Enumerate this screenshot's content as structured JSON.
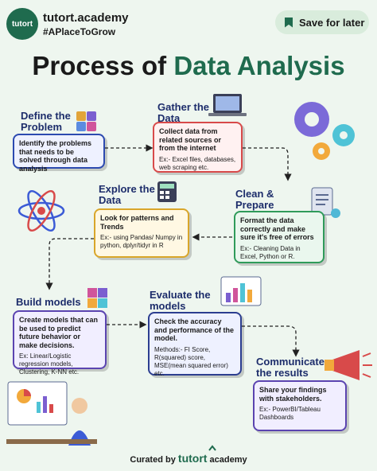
{
  "header": {
    "logo_text": "tutort",
    "brand": "tutort.academy",
    "tagline": "#APlaceToGrow",
    "save_label": "Save for later",
    "save_icon": "bookmark-icon"
  },
  "title": {
    "prefix": "Process of ",
    "accent": "Data Analysis"
  },
  "steps": [
    {
      "title": "Define the\nProblem",
      "desc": "Identify the problems that needs to be solved through data analysis",
      "example": ""
    },
    {
      "title": "Gather the\nData",
      "desc": "Collect data from related sources or from the internet",
      "example": "Ex:- Excel files, databases, web scraping etc."
    },
    {
      "title": "Clean & Prepare\nthe data",
      "desc": "Format the data correctly and make sure it's free of errors",
      "example": "Ex:- Cleaning Data in Excel, Python or R."
    },
    {
      "title": "Explore the\nData",
      "desc": "Look for patterns and Trends",
      "example": "Ex:- using Pandas/ Numpy in  python, dplyr/tidyr in R"
    },
    {
      "title": "Build models",
      "desc": "Create models that can be used to predict future behavior or make decisions.",
      "example": "Ex: Linear/Logistic regression models, Clustering, K-NN etc."
    },
    {
      "title": "Evaluate the\nmodels",
      "desc": "Check the accuracy and performance of the model.",
      "example": "Methods:- FI Score, R(squared) score, MSE(mean squared error) etc."
    },
    {
      "title": "Communicate\nthe results",
      "desc": "Share your findings with stakeholders.",
      "example": "Ex:- PowerBI/Tableau Dashboards"
    }
  ],
  "footer": {
    "curated": "Curated by",
    "brand": "tutort",
    "academy": "academy"
  },
  "colors": {
    "brand": "#1f6b4e",
    "navy": "#1d2d6b",
    "background": "#eef6ef"
  }
}
